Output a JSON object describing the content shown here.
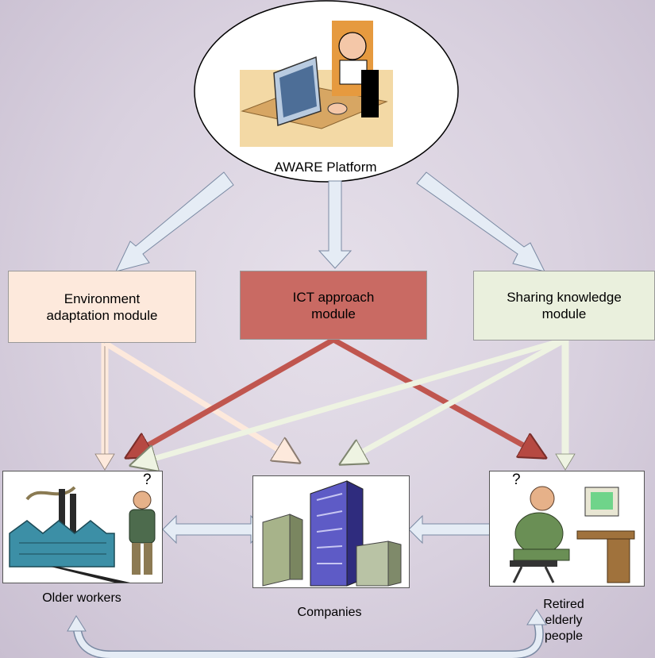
{
  "platform": {
    "label": "AWARE Platform"
  },
  "modules": [
    {
      "label": "Environment\nadaptation module",
      "color": "#fde9dc"
    },
    {
      "label": "ICT approach\nmodule",
      "color": "#c96a63"
    },
    {
      "label": "Sharing knowledge\nmodule",
      "color": "#eaf0dd"
    }
  ],
  "targets": [
    {
      "label": "Older workers",
      "mark": "?"
    },
    {
      "label": "Companies"
    },
    {
      "label": "Retired\nelderly\npeople",
      "mark": "?"
    }
  ],
  "colors": {
    "platform_arrow": "#e5ecf5",
    "env_arrow": "#fde9dc",
    "ict_arrow": "#c0564f",
    "sharing_arrow": "#eef3e2",
    "bidirectional_arrow": "#e5ecf5"
  },
  "icons": [
    "workstation-icon",
    "factory-icon",
    "worker-icon",
    "skyscraper-icon",
    "elderly-computer-user-icon"
  ]
}
